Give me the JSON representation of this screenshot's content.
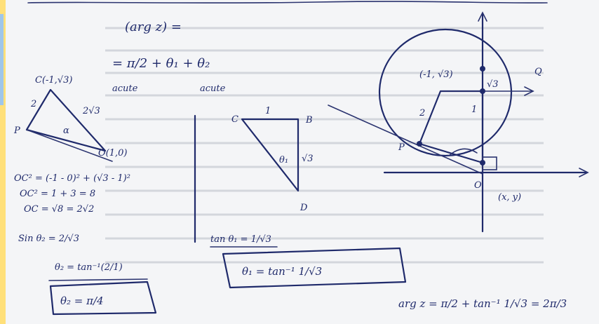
{
  "left_notes": {
    "header": "(arg z) =",
    "line1": "= π/2 + θ₁ + θ₂",
    "line2": "acute",
    "line2b": "acute",
    "point_c": "C(-1,√3)",
    "side_2": "2",
    "side_2r3": "2√3",
    "angle_alpha": "α",
    "point_p": "P",
    "point_o": "O(1,0)",
    "eq1": "OC² = (-1 - 0)² + (√3 - 1)²",
    "eq2": "OC² = 1 + 3 = 8",
    "eq3": "OC = √8 = 2√2",
    "eq4": "Sin θ₂ = 2/√3",
    "eq5": "θ₂ = tan⁻¹(2/1)",
    "eq6": "θ₂ = π/4"
  },
  "middle_notes": {
    "c": "C",
    "b": "B",
    "one": "1",
    "r3": "√3",
    "theta1": "θ₁",
    "d": "D",
    "tan": "tan θ₁ = 1/√3",
    "theta_box": "θ₁ = tan⁻¹ 1/√3"
  },
  "right_notes": {
    "point": "(-1, √3)",
    "q": "Q",
    "r3": "√3",
    "two": "2",
    "one": "1",
    "p": "P",
    "o": "O",
    "xy": "(x, y)",
    "final": "arg z = π/2 + tan⁻¹ 1/√3 = 2π/3"
  }
}
